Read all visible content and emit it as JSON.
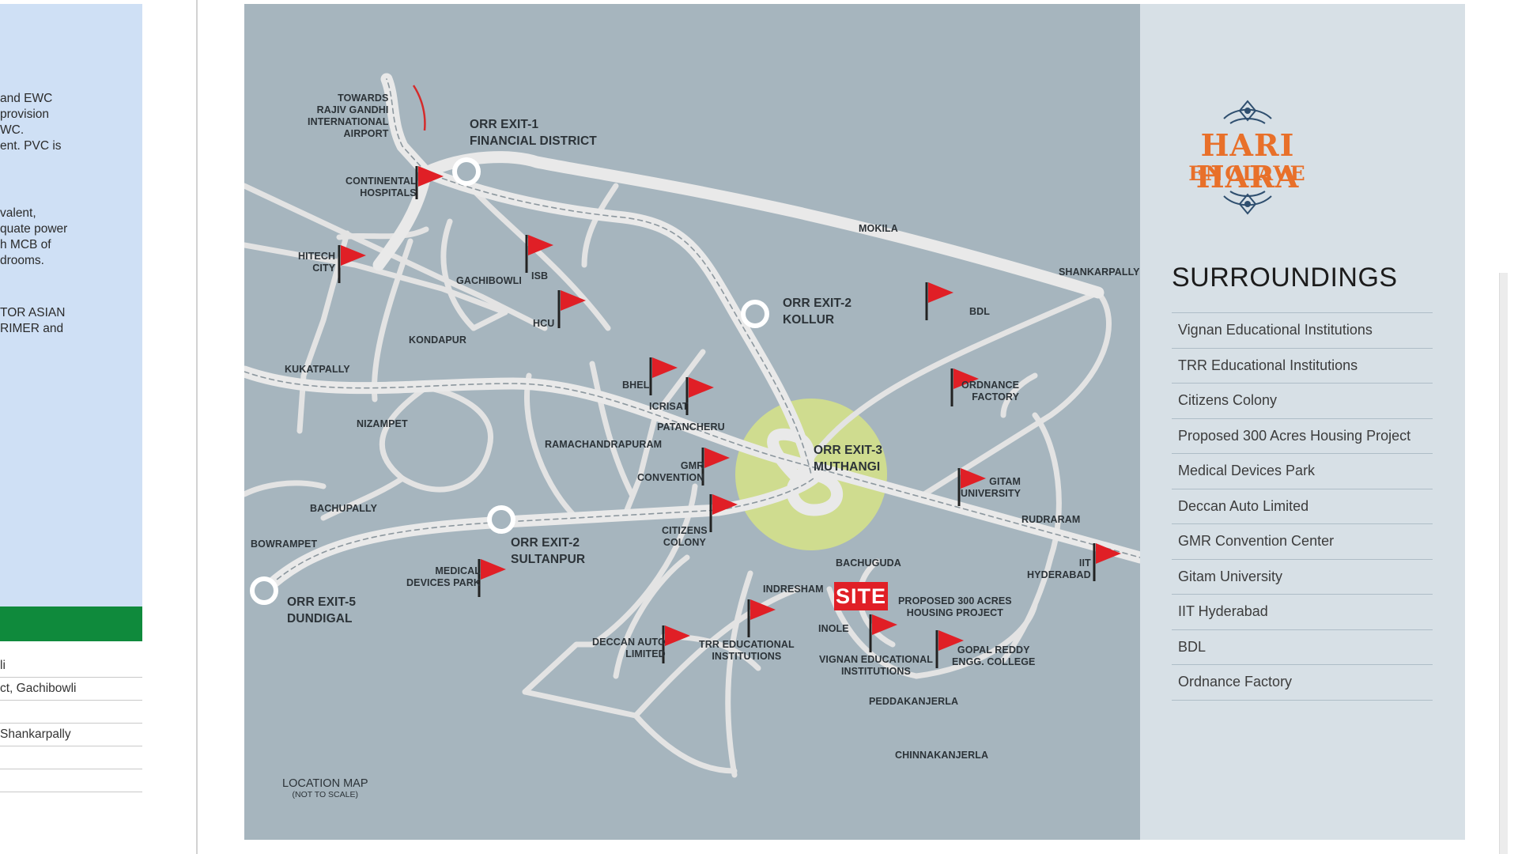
{
  "left_panel": {
    "paragraphs": [
      "and EWC\nprovision\nWC.\nent. PVC is",
      "valent,\nquate power\nh MCB of\ndrooms.",
      "TOR ASIAN\nRIMER and"
    ],
    "rows": [
      "li",
      "ct, Gachibowli",
      "",
      "Shankarpally",
      "",
      ""
    ]
  },
  "map": {
    "site_label": "SITE",
    "title": "LOCATION MAP",
    "subtitle": "(NOT TO SCALE)",
    "labels": {
      "towards_airport": "TOWARDS\nRAJIV GANDHI\nINTERNATIONAL\nAIRPORT",
      "orr_exit1": "ORR EXIT-1\nFINANCIAL DISTRICT",
      "continental": "CONTINENTAL\nHOSPITALS",
      "hitech": "HITECH\nCITY",
      "gachibowli": "GACHIBOWLI",
      "isb": "ISB",
      "hcu": "HCU",
      "kondapur": "KONDAPUR",
      "kukatpally": "KUKATPALLY",
      "mokila": "MOKILA",
      "shankarpally": "SHANKARPALLY",
      "orr_exit2_kollur": "ORR EXIT-2\nKOLLUR",
      "bdl": "BDL",
      "bhel": "BHEL",
      "icrisat": "ICRISAT",
      "patancheru": "PATANCHERU",
      "ordnance": "ORDNANCE\nFACTORY",
      "nizampet": "NIZAMPET",
      "ramachandrapuram": "RAMACHANDRAPURAM",
      "orr_exit3": "ORR EXIT-3\nMUTHANGI",
      "gmr": "GMR\nCONVENTION",
      "gitam": "GITAM\nUNIVERSITY",
      "bachupally": "BACHUPALLY",
      "citizens": "CITIZENS\nCOLONY",
      "rudraram": "RUDRARAM",
      "bowrampet": "BOWRAMPET",
      "orr_exit2_sultanpur": "ORR EXIT-2\nSULTANPUR",
      "medical": "MEDICAL\nDEVICES PARK",
      "bachuguda": "BACHUGUDA",
      "iit": "IIT\nHYDERABAD",
      "orr_exit5": "ORR EXIT-5\nDUNDIGAL",
      "indresham": "INDRESHAM",
      "proposed": "PROPOSED 300 ACRES\nHOUSING PROJECT",
      "inole": "INOLE",
      "deccan": "DECCAN AUTO\nLIMITED",
      "trr": "TRR EDUCATIONAL\nINSTITUTIONS",
      "vignan": "VIGNAN EDUCATIONAL\nINSTITUTIONS",
      "gopal": "GOPAL REDDY\nENGG. COLLEGE",
      "peddakanjerla": "PEDDAKANJERLA",
      "chinnakanjerla": "CHINNAKANJERLA"
    },
    "colors": {
      "background": "#a6b5be",
      "road": "#e6e6e6",
      "site_zone": "#cfdc8f",
      "flag": "#e01f26"
    }
  },
  "info": {
    "logo_line1": "HARI HARA",
    "logo_line2": "ENCLAVE",
    "heading": "SURROUNDINGS",
    "items": [
      "Vignan Educational Institutions",
      "TRR Educational Institutions",
      "Citizens Colony",
      "Proposed 300 Acres Housing Project",
      "Medical Devices Park",
      "Deccan Auto Limited",
      "GMR Convention Center",
      "Gitam University",
      "IIT Hyderabad",
      "BDL",
      "Ordnance Factory"
    ],
    "logo_color": "#e8702a"
  }
}
